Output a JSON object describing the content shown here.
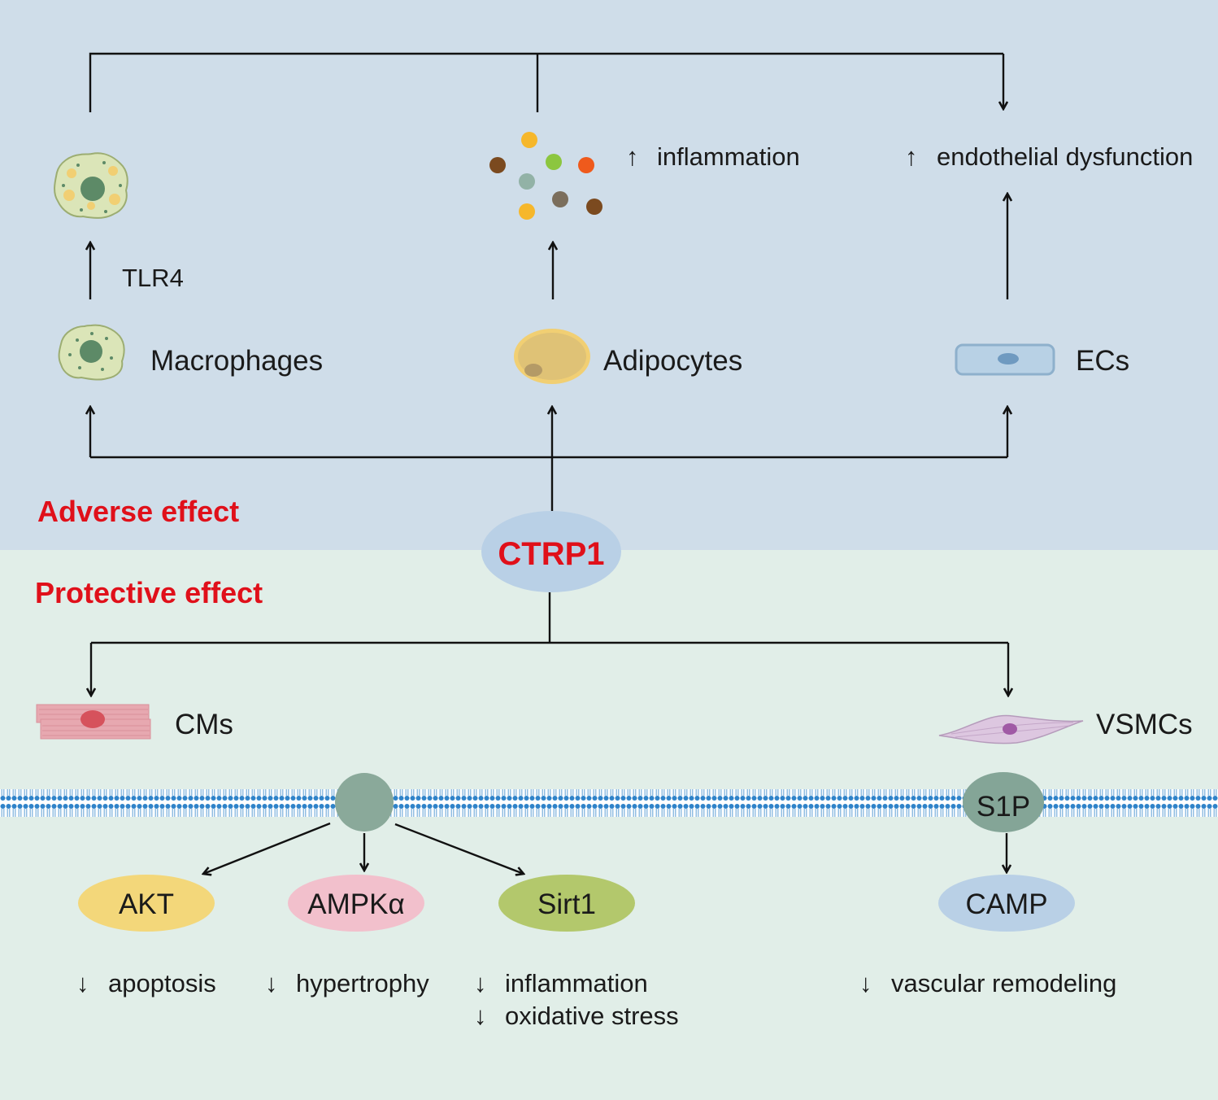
{
  "sections": {
    "adverse_label": "Adverse effect",
    "protective_label": "Protective effect"
  },
  "center": {
    "label": "CTRP1"
  },
  "adverse": {
    "macrophage_label": "Macrophages",
    "tlr4_label": "TLR4",
    "adipocyte_label": "Adipocytes",
    "ec_label": "ECs",
    "inflammation_arrow": "↑",
    "inflammation_label": "inflammation",
    "endothelial_arrow": "↑",
    "endothelial_label": "endothelial dysfunction"
  },
  "protective": {
    "cms_label": "CMs",
    "vsmcs_label": "VSMCs",
    "akt_label": "AKT",
    "ampk_label": "AMPKα",
    "sirt1_label": "Sirt1",
    "s1p_label": "S1P",
    "camp_label": "CAMP",
    "effects": {
      "down_arrow": "↓",
      "apoptosis": "apoptosis",
      "hypertrophy": "hypertrophy",
      "inflammation": "inflammation",
      "oxidative_stress": "oxidative stress",
      "vascular_remodeling": "vascular remodeling"
    }
  },
  "colors": {
    "adverse_bg": "#cfdde9",
    "protective_bg": "#e1eee8",
    "ctrp1_fill": "#b9d0e6",
    "akt_fill": "#f3d77a",
    "ampk_fill": "#f2c0cc",
    "sirt1_fill": "#b3c86c",
    "s1p_fill": "#84a597",
    "camp_fill": "#b9d0e6",
    "receptor_fill": "#8aa99a",
    "membrane": "#2f83c9",
    "accent_red": "#e0101a"
  }
}
